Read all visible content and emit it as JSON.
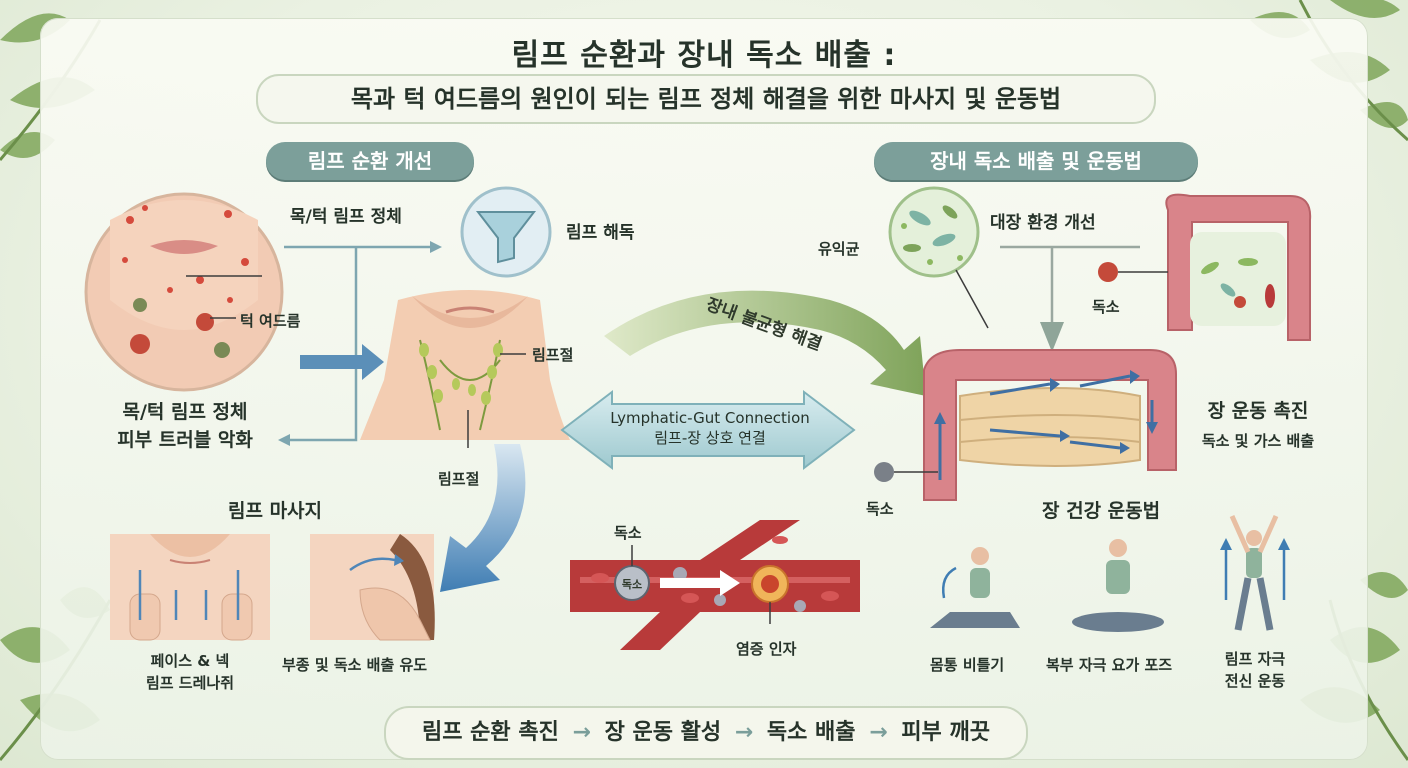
{
  "title": "림프 순환과 장내 독소 배출 :",
  "subtitle": "목과 턱 여드름의 원인이 되는 림프 정체 해결을 위한 마사지 및 운동법",
  "left_section": {
    "heading": "림프 순환 개선",
    "stagnation_label": "목/턱 림프 정체",
    "detox_label": "림프 해독",
    "acne_label": "턱 여드름",
    "skin_trouble_line1": "목/턱 림프 정체",
    "skin_trouble_line2": "피부 트러블 악화",
    "lymph_node_label_1": "림프절",
    "lymph_node_label_2": "림프절",
    "massage_heading": "림프 마사지",
    "massage_caption_1_line1": "페이스 & 넥",
    "massage_caption_1_line2": "림프 드레나쥐",
    "massage_caption_2": "부종 및 독소 배출 유도"
  },
  "middle": {
    "imbalance_arrow_label": "장내 불균형 해결",
    "connection_en": "Lymphatic-Gut Connection",
    "connection_ko": "림프-장 상호 연결",
    "toxin_label": "독소",
    "toxin_particle": "독소",
    "inflammation_label": "염증 인자"
  },
  "right_section": {
    "heading": "장내 독소 배출 및 운동법",
    "probiotics_label": "유익균",
    "gut_env_label": "대장 환경 개선",
    "toxin_label_top": "독소",
    "toxin_label_bottom": "독소",
    "motility_title": "장 운동 촉진",
    "motility_sub": "독소 및 가스 배출",
    "exercise_heading": "장 건강 운동법",
    "exercise_1": "몸통 비틀기",
    "exercise_2": "복부 자극 요가 포즈",
    "exercise_3_line1": "림프 자극",
    "exercise_3_line2": "전신 운동"
  },
  "footer": {
    "step1": "림프 순환 촉진",
    "step2": "장 운동 활성",
    "step3": "독소 배출",
    "step4": "피부 깨끗",
    "arrow": "→"
  },
  "colors": {
    "accent_teal": "#7c9f9a",
    "arrow_green": "#8fae6e",
    "arrow_blue": "#4f86b8",
    "vessel_red": "#b83a3a",
    "intestine_pink": "#d9848a",
    "skin": "#f3cdb2"
  }
}
